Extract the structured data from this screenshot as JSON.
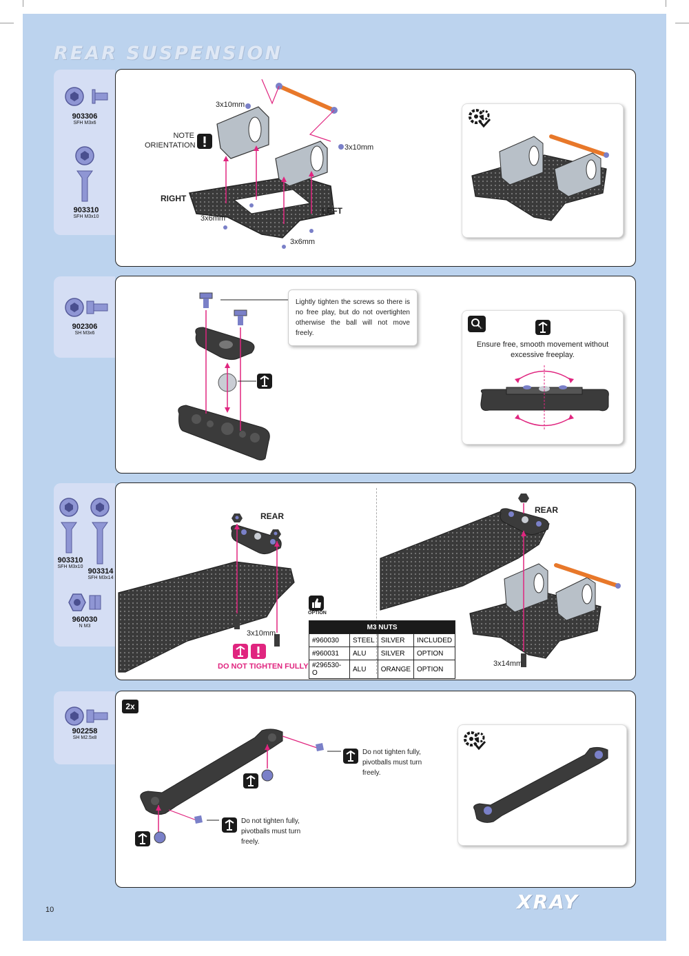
{
  "page": {
    "title": "REAR SUSPENSION",
    "page_number": "10",
    "brand": "XRAY"
  },
  "step1": {
    "parts": [
      {
        "number": "903306",
        "desc": "SFH M3x6"
      },
      {
        "number": "903310",
        "desc": "SFH M3x10"
      }
    ],
    "labels": {
      "screw_top": "3x10mm",
      "screw_right": "3x10mm",
      "note": "NOTE",
      "orientation": "ORIENTATION",
      "right": "RIGHT",
      "left": "LEFT",
      "screw_a": "3x6mm",
      "screw_b": "3x6mm"
    }
  },
  "step2": {
    "parts": [
      {
        "number": "902306",
        "desc": "SH M3x6"
      }
    ],
    "note": "Lightly tighten the screws so there is no free play, but do not overtighten otherwise the ball will not move freely.",
    "detail_label": "DETAIL",
    "detail_text": "Ensure free, smooth movement without excessive freeplay."
  },
  "step3": {
    "parts": [
      {
        "number": "903310",
        "desc": "SFH M3x10"
      },
      {
        "number": "903314",
        "desc": "SFH M3x14"
      },
      {
        "number": "960030",
        "desc": "N M3"
      }
    ],
    "labels": {
      "rear_left": "REAR",
      "rear_right": "REAR",
      "screw_10": "3x10mm",
      "screw_14": "3x14mm",
      "warning": "DO NOT TIGHTEN FULLY",
      "option": "OPTION"
    },
    "table": {
      "title": "M3 NUTS",
      "rows": [
        [
          "#960030",
          "STEEL",
          "SILVER",
          "INCLUDED"
        ],
        [
          "#960031",
          "ALU",
          "SILVER",
          "OPTION"
        ],
        [
          "#296530-O",
          "ALU",
          "ORANGE",
          "OPTION"
        ]
      ]
    }
  },
  "step4": {
    "parts": [
      {
        "number": "902258",
        "desc": "SH M2.5x8"
      }
    ],
    "multiplier": "2x",
    "note1": "Do not tighten fully, pivotballs must turn freely.",
    "note2": "Do not tighten fully, pivotballs must turn freely."
  },
  "colors": {
    "background": "#bcd3ee",
    "accent": "#e0257f",
    "orange_pin": "#e8782a",
    "screw_blue": "#7a80c8"
  }
}
